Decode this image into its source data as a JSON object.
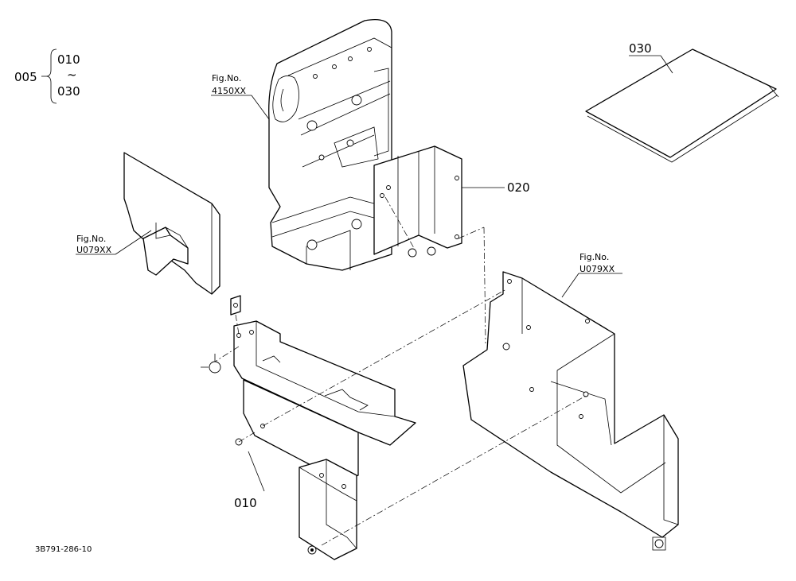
{
  "callouts": {
    "set_number": "005",
    "range_start": "010",
    "range_tilde": "~",
    "range_end": "030",
    "part_010": "010",
    "part_020": "020",
    "part_030": "030"
  },
  "figure_refs": {
    "seat_label": "Fig.No.",
    "seat_number": "4150XX",
    "left_cover_label": "Fig.No.",
    "left_cover_number": "U079XX",
    "right_cover_label": "Fig.No.",
    "right_cover_number": "U079XX"
  },
  "drawing_code": "3B791-286-10",
  "colors": {
    "line": "#000000",
    "background": "#ffffff"
  }
}
